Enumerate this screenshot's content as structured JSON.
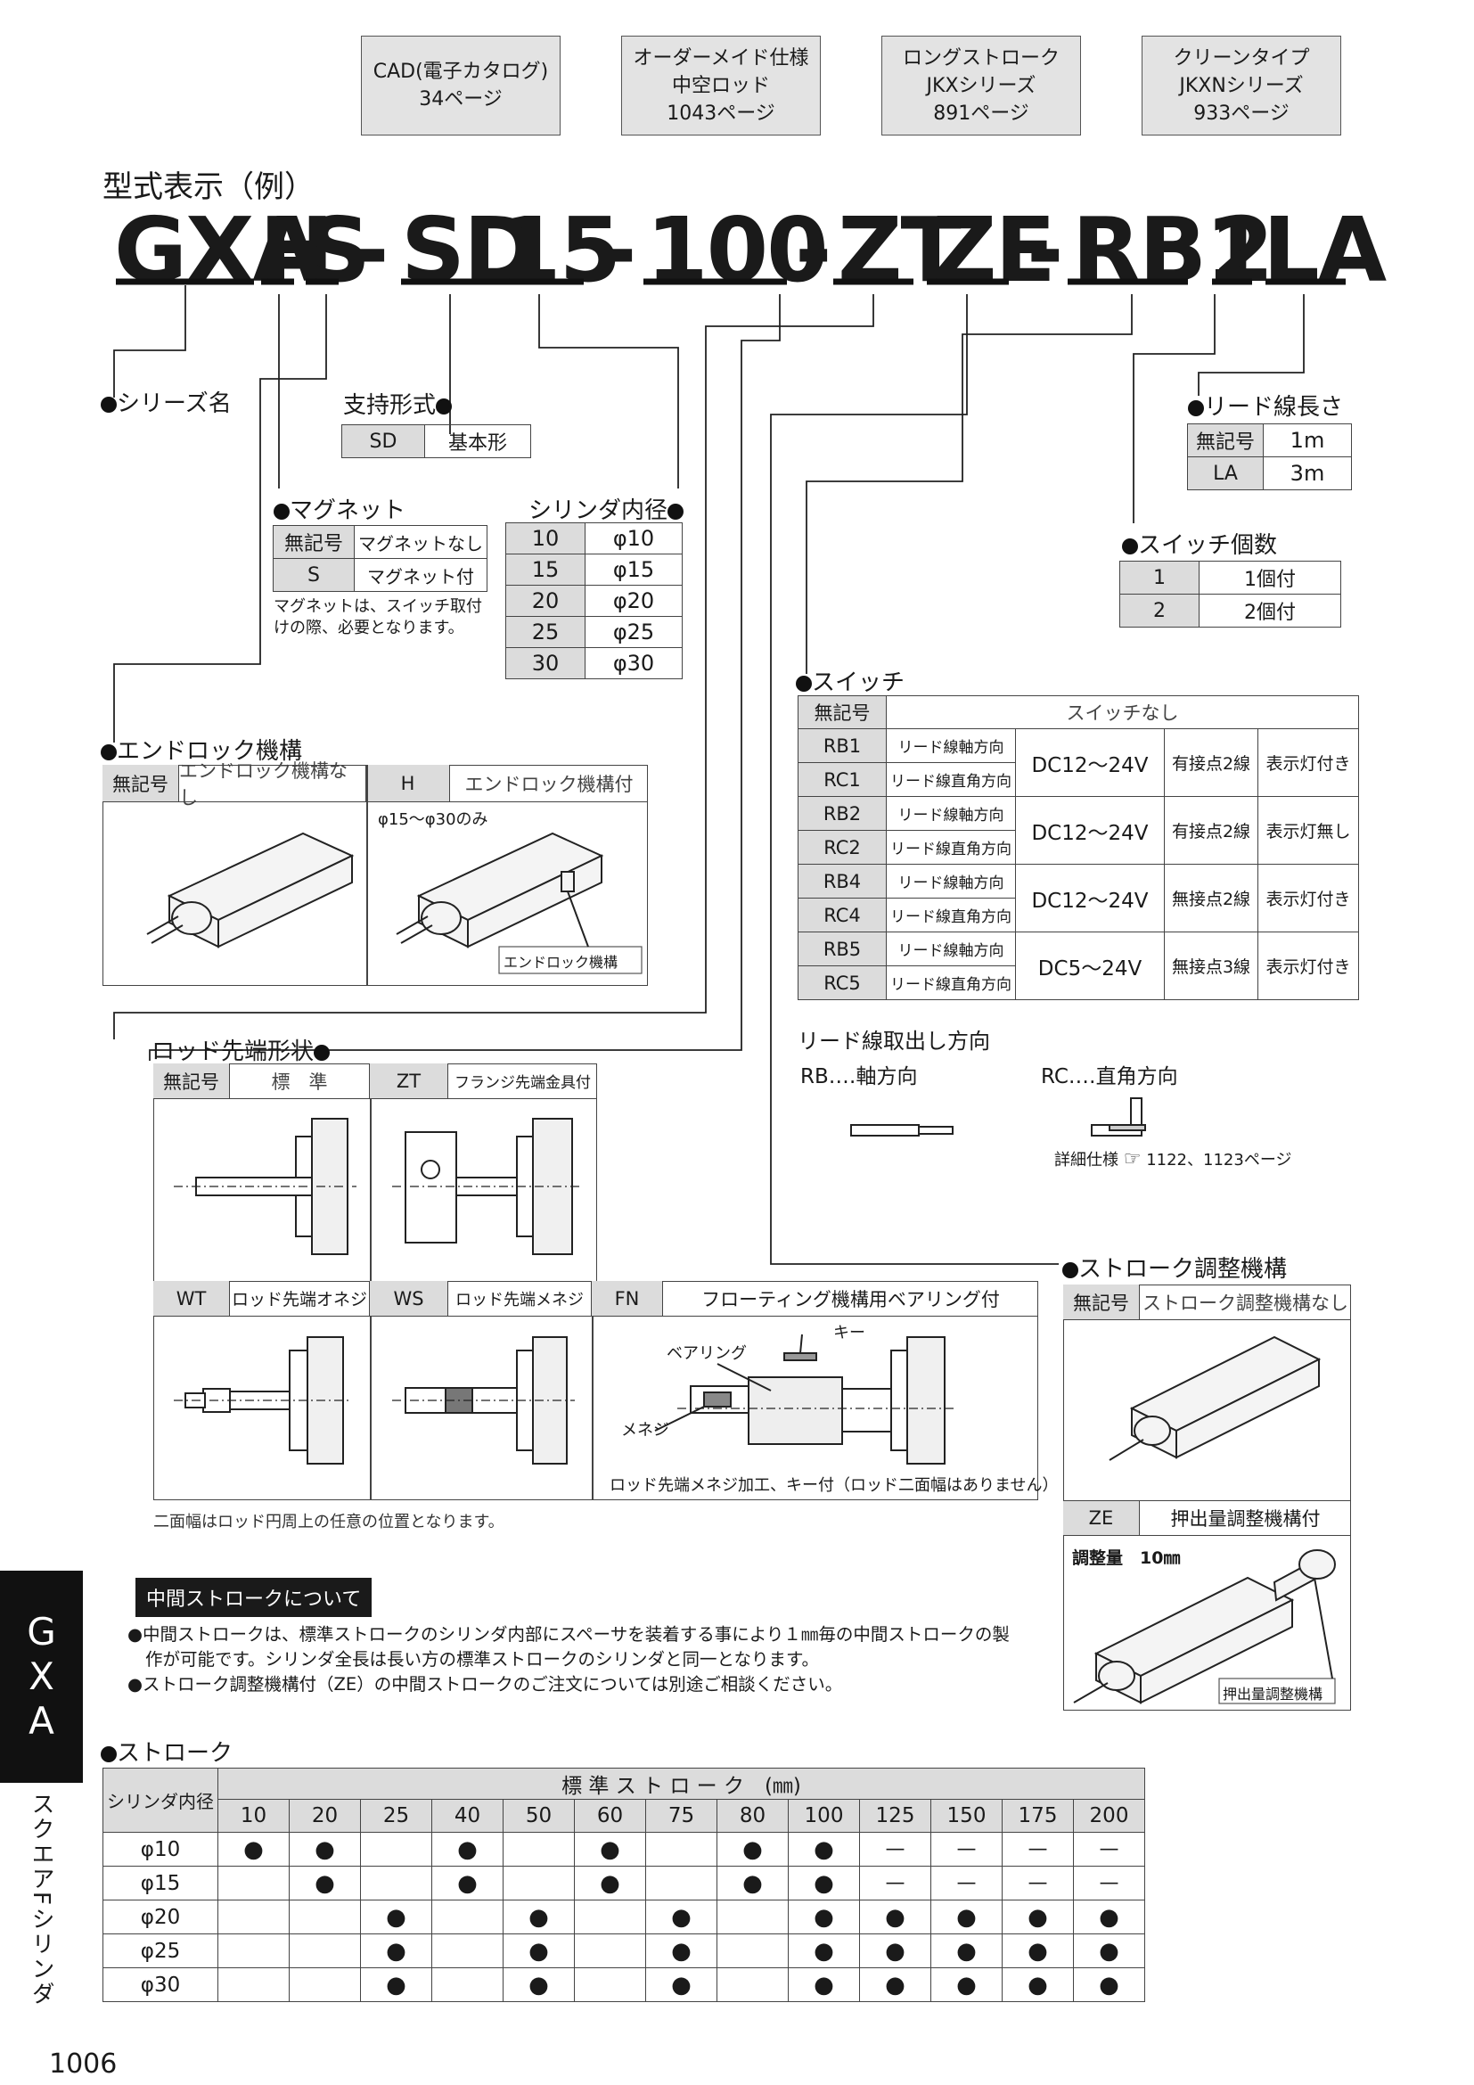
{
  "refs": [
    {
      "l1": "CAD(電子カタログ)",
      "l2": "34ページ",
      "l3": ""
    },
    {
      "l1": "オーダーメイド仕様",
      "l2": "中空ロッド",
      "l3": "1043ページ"
    },
    {
      "l1": "ロングストローク",
      "l2": "JKXシリーズ",
      "l3": "891ページ"
    },
    {
      "l1": "クリーンタイプ",
      "l2": "JKXNシリーズ",
      "l3": "933ページ"
    }
  ],
  "model_title": "型式表示（例）",
  "model_code": [
    "GXA",
    "H",
    "S",
    "-",
    "SD",
    "15",
    "-",
    "100",
    "-",
    "ZT",
    "ZE",
    "-",
    "RB1",
    "2",
    "LA"
  ],
  "series": {
    "title": "シリーズ名"
  },
  "support": {
    "title": "支持形式",
    "rows": [
      [
        "SD",
        "基本形"
      ]
    ]
  },
  "magnet": {
    "title": "マグネット",
    "rows": [
      [
        "無記号",
        "マグネットなし"
      ],
      [
        "S",
        "マグネット付"
      ]
    ],
    "note1": "マグネットは、スイッチ取付",
    "note2": "けの際、必要となります。"
  },
  "bore": {
    "title": "シリンダ内径",
    "rows": [
      [
        "10",
        "φ10"
      ],
      [
        "15",
        "φ15"
      ],
      [
        "20",
        "φ20"
      ],
      [
        "25",
        "φ25"
      ],
      [
        "30",
        "φ30"
      ]
    ]
  },
  "lead_len": {
    "title": "リード線長さ",
    "rows": [
      [
        "無記号",
        "1m"
      ],
      [
        "LA",
        "3m"
      ]
    ]
  },
  "sw_count": {
    "title": "スイッチ個数",
    "rows": [
      [
        "1",
        "1個付"
      ],
      [
        "2",
        "2個付"
      ]
    ]
  },
  "switch": {
    "title": "スイッチ",
    "none_code": "無記号",
    "none_label": "スイッチなし",
    "groups": [
      {
        "codes": [
          "RB1",
          "RC1"
        ],
        "volt": "DC12～24V",
        "contact": "有接点2線",
        "lamp": "表示灯付き"
      },
      {
        "codes": [
          "RB2",
          "RC2"
        ],
        "volt": "DC12～24V",
        "contact": "有接点2線",
        "lamp": "表示灯無し"
      },
      {
        "codes": [
          "RB4",
          "RC4"
        ],
        "volt": "DC12～24V",
        "contact": "無接点2線",
        "lamp": "表示灯付き"
      },
      {
        "codes": [
          "RB5",
          "RC5"
        ],
        "volt": "DC5～24V",
        "contact": "無接点3線",
        "lamp": "表示灯付き"
      }
    ],
    "dir_axial": "リード線軸方向",
    "dir_right": "リード線直角方向",
    "lead_dir_title": "リード線取出し方向",
    "rb_label": "RB‥‥軸方向",
    "rc_label": "RC‥‥直角方向",
    "detail": "詳細仕様",
    "detail_pages": "1122、1123ページ"
  },
  "endlock": {
    "title": "エンドロック機構",
    "none_code": "無記号",
    "none_label": "エンドロック機構なし",
    "h_code": "H",
    "h_label": "エンドロック機構付",
    "h_note": "φ15～φ30のみ",
    "callout": "エンドロック機構"
  },
  "rod": {
    "title": "ロッド先端形状",
    "std_code": "無記号",
    "std_label": "標　準",
    "zt_code": "ZT",
    "zt_label": "フランジ先端金具付",
    "wt_code": "WT",
    "wt_label": "ロッド先端オネジ",
    "ws_code": "WS",
    "ws_label": "ロッド先端メネジ",
    "fn_code": "FN",
    "fn_label": "フローティング機構用ベアリング付",
    "bearing": "ベアリング",
    "key": "キー",
    "female": "メネジ",
    "fn_note": "ロッド先端メネジ加工、キー付（ロッド二面幅はありません）",
    "note": "二面幅はロッド円周上の任意の位置となります。"
  },
  "stroke_adj": {
    "title": "ストローク調整機構",
    "none_code": "無記号",
    "none_label": "ストローク調整機構なし",
    "ze_code": "ZE",
    "ze_label": "押出量調整機構付",
    "adj": "調整量　10㎜",
    "callout": "押出量調整機構"
  },
  "mid": {
    "title": "中間ストロークについて",
    "b1a": "●中間ストロークは、標準ストロークのシリンダ内部にスペーサを装着する事により１㎜毎の中間ストロークの製",
    "b1b": "作が可能です。シリンダ全長は長い方の標準ストロークのシリンダと同一となります。",
    "b2": "●ストローク調整機構付（ZE）の中間ストロークのご注文については別途ご相談ください。"
  },
  "stroke": {
    "title": "ストローク",
    "bore_hdr": "シリンダ内径",
    "std_hdr": "標 準 ス ト ロ ー ク　(㎜)",
    "cols": [
      "10",
      "20",
      "25",
      "40",
      "50",
      "60",
      "75",
      "80",
      "100",
      "125",
      "150",
      "175",
      "200"
    ],
    "rows": [
      {
        "bore": "φ10",
        "v": [
          "●",
          "●",
          "",
          "●",
          "",
          "●",
          "",
          "●",
          "●",
          "—",
          "—",
          "—",
          "—"
        ]
      },
      {
        "bore": "φ15",
        "v": [
          "",
          "●",
          "",
          "●",
          "",
          "●",
          "",
          "●",
          "●",
          "—",
          "—",
          "—",
          "—"
        ]
      },
      {
        "bore": "φ20",
        "v": [
          "",
          "",
          "●",
          "",
          "●",
          "",
          "●",
          "",
          "●",
          "●",
          "●",
          "●",
          "●"
        ]
      },
      {
        "bore": "φ25",
        "v": [
          "",
          "",
          "●",
          "",
          "●",
          "",
          "●",
          "",
          "●",
          "●",
          "●",
          "●",
          "●"
        ]
      },
      {
        "bore": "φ30",
        "v": [
          "",
          "",
          "●",
          "",
          "●",
          "",
          "●",
          "",
          "●",
          "●",
          "●",
          "●",
          "●"
        ]
      }
    ]
  },
  "side": {
    "tab": [
      "G",
      "X",
      "A"
    ],
    "vertical": "スクエアFシリンダ"
  },
  "page_no": "1006"
}
